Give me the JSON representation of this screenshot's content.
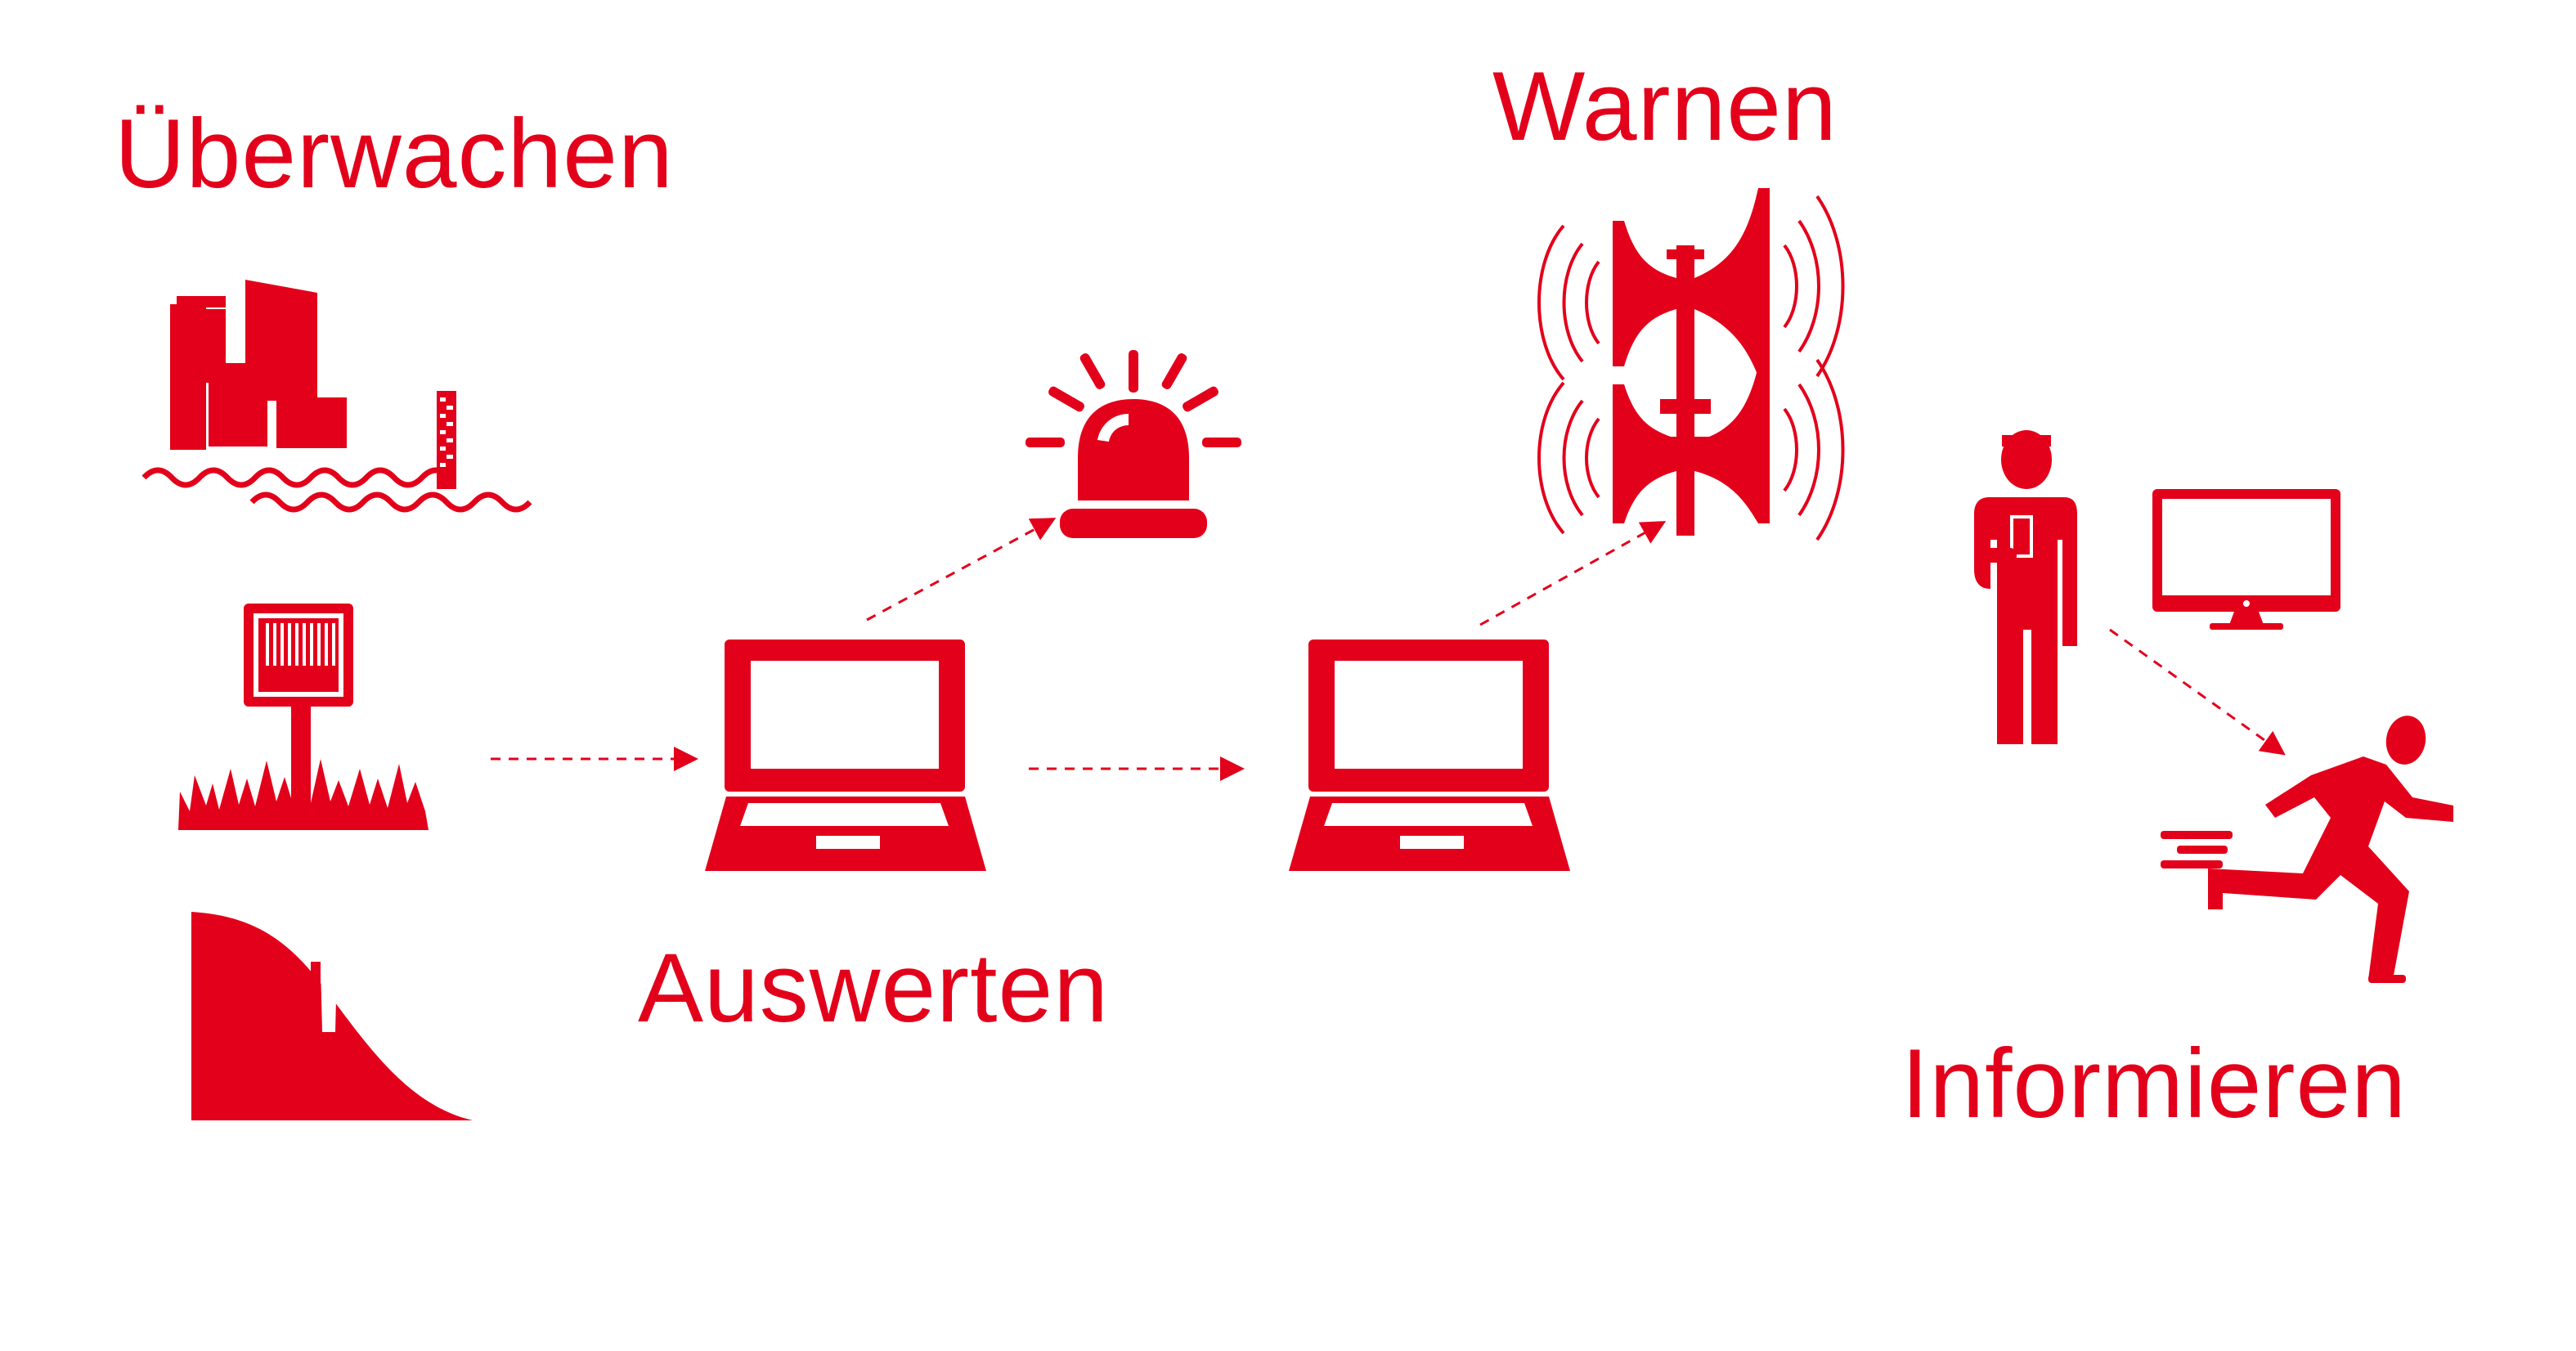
{
  "diagram": {
    "accent_color": "#e3001b",
    "background_color": "#ffffff",
    "steps": {
      "monitor": {
        "label": "Überwachen",
        "icons": [
          "flood-gauge-icon",
          "weather-station-icon",
          "landslide-icon"
        ]
      },
      "evaluate": {
        "label": "Auswerten",
        "icons": [
          "laptop-icon",
          "laptop-icon"
        ]
      },
      "warn": {
        "label": "Warnen",
        "icons": [
          "siren-icon",
          "alarm-light-icon"
        ]
      },
      "inform": {
        "label": "Informieren",
        "icons": [
          "person-phone-icon",
          "monitor-icon",
          "running-person-icon"
        ]
      }
    }
  }
}
